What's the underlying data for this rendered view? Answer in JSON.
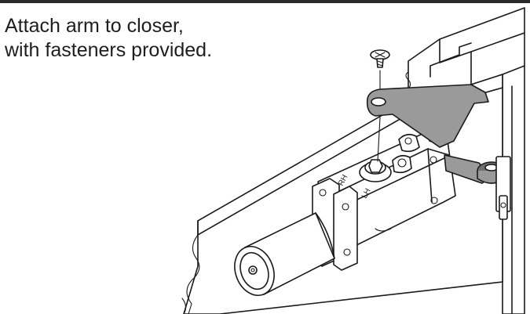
{
  "instruction": {
    "line1": "Attach arm to closer,",
    "line2": "with fasteners provided."
  },
  "illustration": {
    "labels": {
      "rh": "RH",
      "lh": "LH"
    },
    "colors": {
      "arm_fill": "#9a9a9a",
      "line": "#1a1a1a",
      "rule": "#2a2a2a"
    }
  }
}
